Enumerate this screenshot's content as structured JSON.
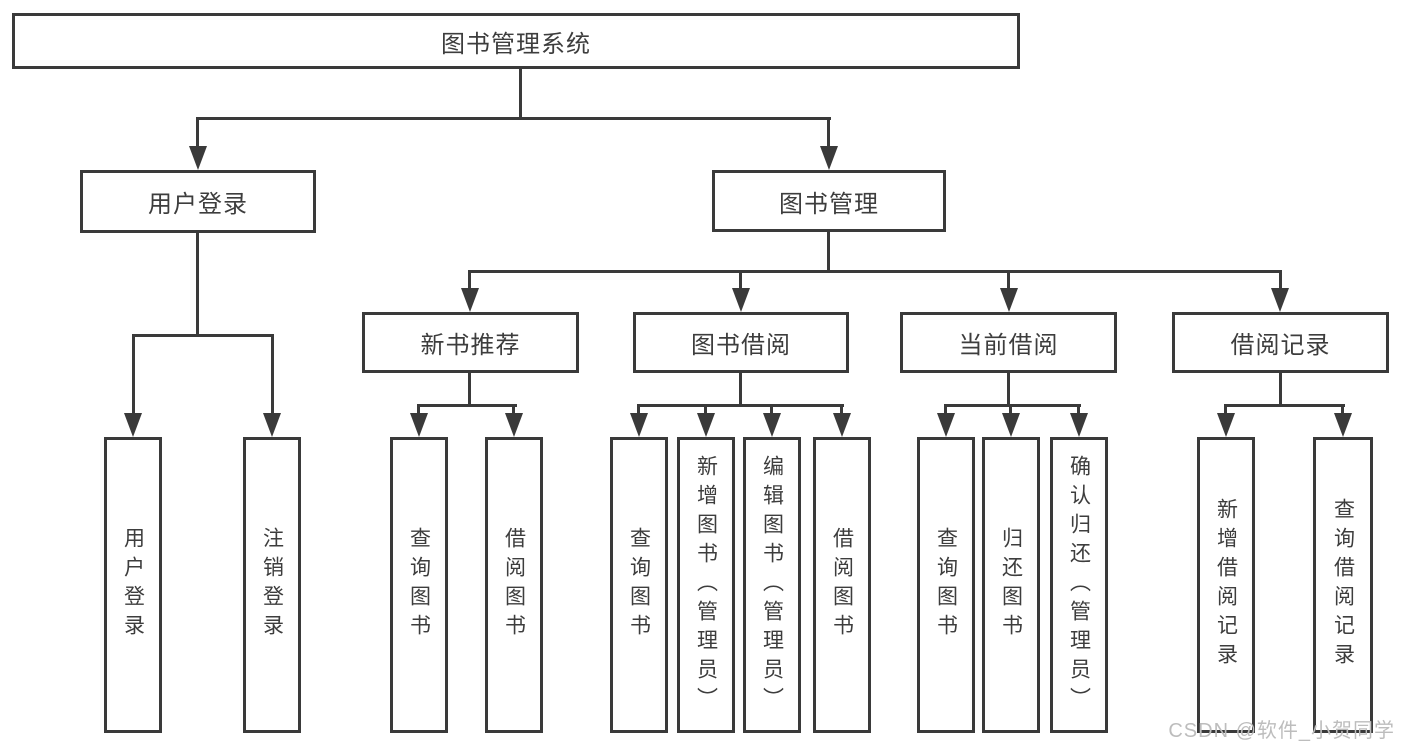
{
  "tree": {
    "label": "图书管理系统",
    "children": [
      {
        "label": "用户登录",
        "children": [
          {
            "label": "用户登录"
          },
          {
            "label": "注销登录"
          }
        ]
      },
      {
        "label": "图书管理",
        "children": [
          {
            "label": "新书推荐",
            "children": [
              {
                "label": "查询图书"
              },
              {
                "label": "借阅图书"
              }
            ]
          },
          {
            "label": "图书借阅",
            "children": [
              {
                "label": "查询图书"
              },
              {
                "label": "新增图书（管理员）"
              },
              {
                "label": "编辑图书（管理员）"
              },
              {
                "label": "借阅图书"
              }
            ]
          },
          {
            "label": "当前借阅",
            "children": [
              {
                "label": "查询图书"
              },
              {
                "label": "归还图书"
              },
              {
                "label": "确认归还（管理员）"
              }
            ]
          },
          {
            "label": "借阅记录",
            "children": [
              {
                "label": "新增借阅记录"
              },
              {
                "label": "查询借阅记录"
              }
            ]
          }
        ]
      }
    ]
  },
  "watermark": {
    "text": "CSDN @软件_小贺同学"
  },
  "colors": {
    "line": "#3a3a3a",
    "text": "#3d3d3d",
    "watermark": "#bdbdbd",
    "background": "#ffffff"
  }
}
